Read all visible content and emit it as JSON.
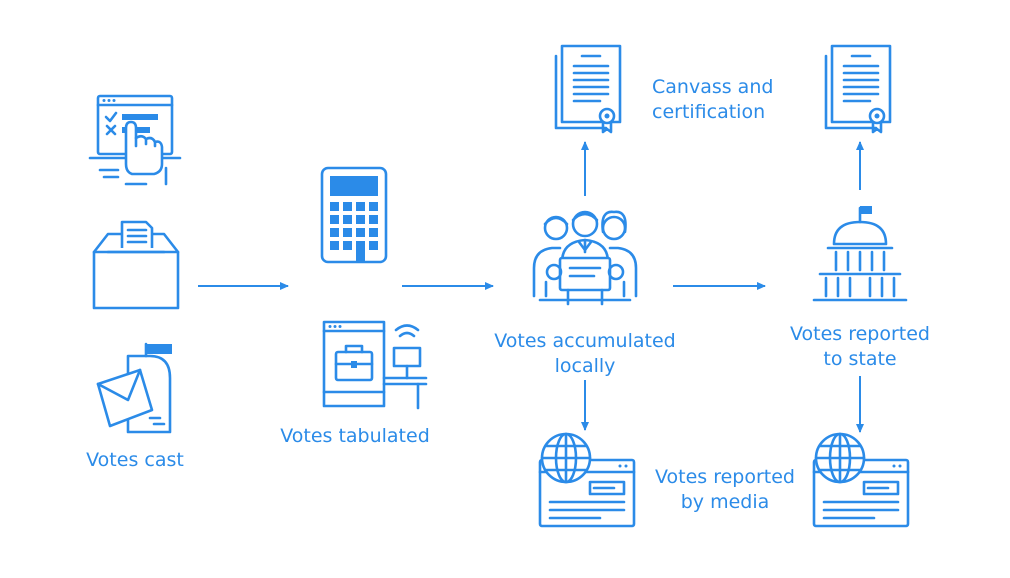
{
  "colors": {
    "primary": "#2b8be8",
    "background": "#ffffff"
  },
  "nodes": {
    "votes_cast": {
      "label": "Votes cast",
      "icons": [
        "online-voting-icon",
        "ballot-box-icon",
        "mailbox-icon"
      ]
    },
    "votes_tabulated": {
      "label": "Votes tabulated",
      "icons": [
        "calculator-icon",
        "voting-machine-icon"
      ]
    },
    "votes_accumulated": {
      "label_line1": "Votes accumulated",
      "label_line2": "locally",
      "icons": [
        "officials-group-icon"
      ]
    },
    "votes_reported_state": {
      "label_line1": "Votes reported",
      "label_line2": "to state",
      "icons": [
        "capitol-building-icon"
      ]
    },
    "canvass": {
      "label_line1": "Canvass and",
      "label_line2": "certification",
      "icons": [
        "certificate-icon",
        "certificate-icon"
      ]
    },
    "media": {
      "label_line1": "Votes reported",
      "label_line2": "by media",
      "icons": [
        "web-news-icon",
        "web-news-icon"
      ]
    }
  },
  "edges": [
    {
      "from": "votes_cast",
      "to": "votes_tabulated"
    },
    {
      "from": "votes_tabulated",
      "to": "votes_accumulated"
    },
    {
      "from": "votes_accumulated",
      "to": "votes_reported_state"
    },
    {
      "from": "votes_accumulated",
      "to": "canvass"
    },
    {
      "from": "votes_accumulated",
      "to": "media"
    },
    {
      "from": "votes_reported_state",
      "to": "canvass"
    },
    {
      "from": "votes_reported_state",
      "to": "media"
    }
  ]
}
